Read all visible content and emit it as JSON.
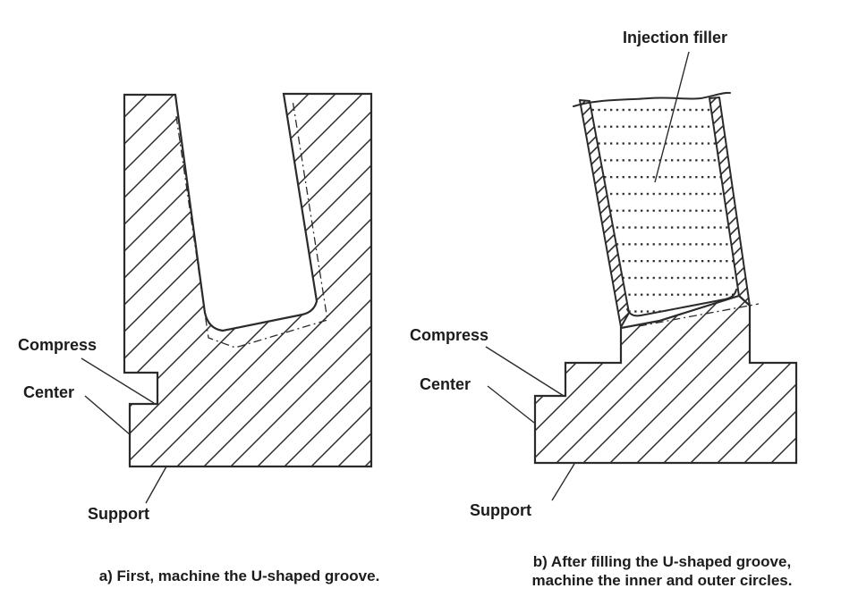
{
  "colors": {
    "background": "#ffffff",
    "line": "#2b2b2b",
    "text": "#1c1c1c"
  },
  "figure_a": {
    "labels": {
      "compress": "Compress",
      "center": "Center",
      "support": "Support"
    },
    "caption": "a) First, machine the U-shaped groove."
  },
  "figure_b": {
    "filler_label": "Injection filler",
    "labels": {
      "compress": "Compress",
      "center": "Center",
      "support": "Support"
    },
    "caption_line1": "b) After filling the U-shaped groove,",
    "caption_line2": "machine the inner and outer circles."
  }
}
